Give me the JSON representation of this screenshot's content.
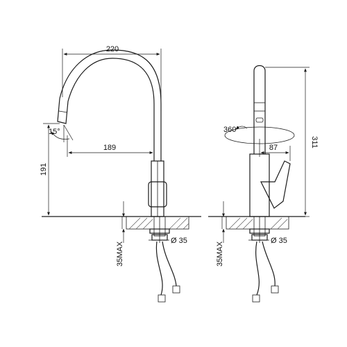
{
  "drawing": {
    "line_color": "#1a1a1a",
    "background": "#ffffff",
    "front_view": {
      "overall_width": "220",
      "spout_reach": "189",
      "spout_height": "191",
      "nozzle_angle": "15°",
      "mount_hole": "Ø 35",
      "max_counter_thickness": "35MAX"
    },
    "side_view": {
      "swivel": "360°",
      "depth": "87",
      "total_height": "311",
      "mount_hole": "Ø 35",
      "max_counter_thickness": "35MAX"
    }
  }
}
